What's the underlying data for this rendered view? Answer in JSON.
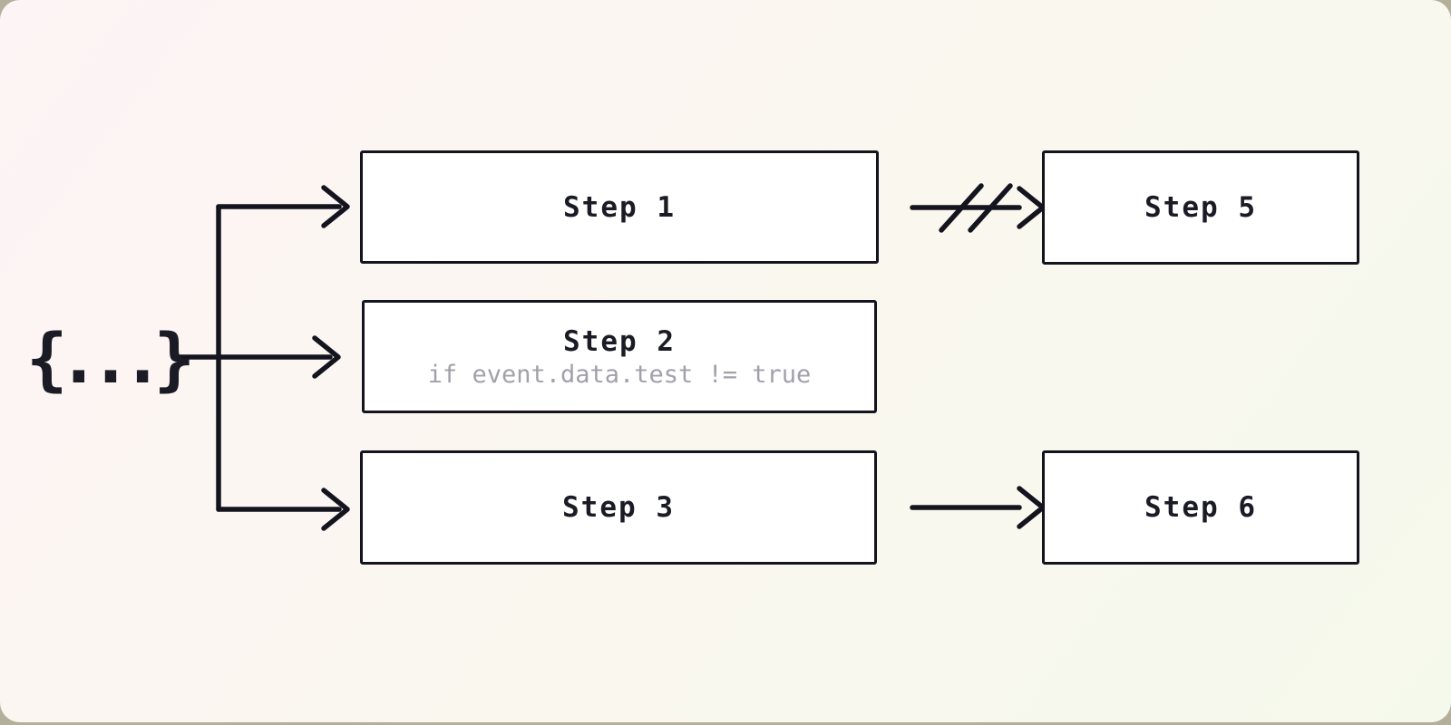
{
  "theme": {
    "bg_outer": "#b3af9a",
    "bg_gradient_start": "#fdf4f5",
    "bg_gradient_mid": "#faf7ef",
    "bg_gradient_end": "#f5f9ec",
    "node_fill": "#ffffff",
    "node_border": "#14141f",
    "line_color": "#14141f",
    "title_color": "#1b1b26",
    "condition_color": "#a2a0ab"
  },
  "diagram": {
    "source": {
      "label": "{...}"
    },
    "nodes": [
      {
        "id": "step1",
        "title": "Step 1",
        "condition": ""
      },
      {
        "id": "step2",
        "title": "Step 2",
        "condition": "if event.data.test != true"
      },
      {
        "id": "step3",
        "title": "Step 3",
        "condition": ""
      },
      {
        "id": "step5",
        "title": "Step 5",
        "condition": ""
      },
      {
        "id": "step6",
        "title": "Step 6",
        "condition": ""
      }
    ],
    "edges": [
      {
        "from": "source",
        "to": "step1",
        "type": "normal"
      },
      {
        "from": "source",
        "to": "step2",
        "type": "normal"
      },
      {
        "from": "source",
        "to": "step3",
        "type": "normal"
      },
      {
        "from": "step1",
        "to": "step5",
        "type": "broken"
      },
      {
        "from": "step3",
        "to": "step6",
        "type": "normal"
      }
    ]
  }
}
